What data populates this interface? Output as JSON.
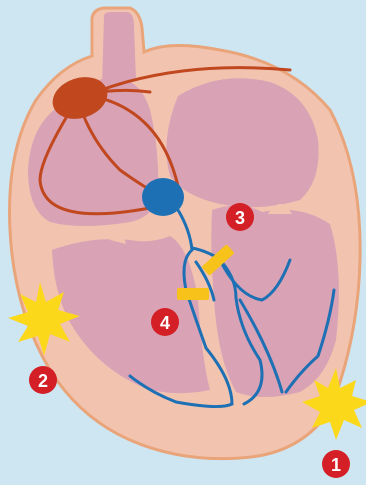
{
  "diagram": {
    "colors": {
      "background": "#cde6f2",
      "heart_outline": "#e9a47a",
      "heart_wall": "#f2c4b0",
      "chamber": "#d9a2b5",
      "atrial_pathway": "#c0471e",
      "sa_node": "#c0471e",
      "av_node": "#1d70b4",
      "ventricular_pathway": "#1d70b4",
      "block_marker": "#f7c21a",
      "star": "#fcd81b",
      "number_badge": "#d31f25"
    },
    "markers": [
      {
        "id": "1",
        "label": "❶"
      },
      {
        "id": "2",
        "label": "❷"
      },
      {
        "id": "3",
        "label": "3"
      },
      {
        "id": "4",
        "label": "4"
      }
    ]
  }
}
